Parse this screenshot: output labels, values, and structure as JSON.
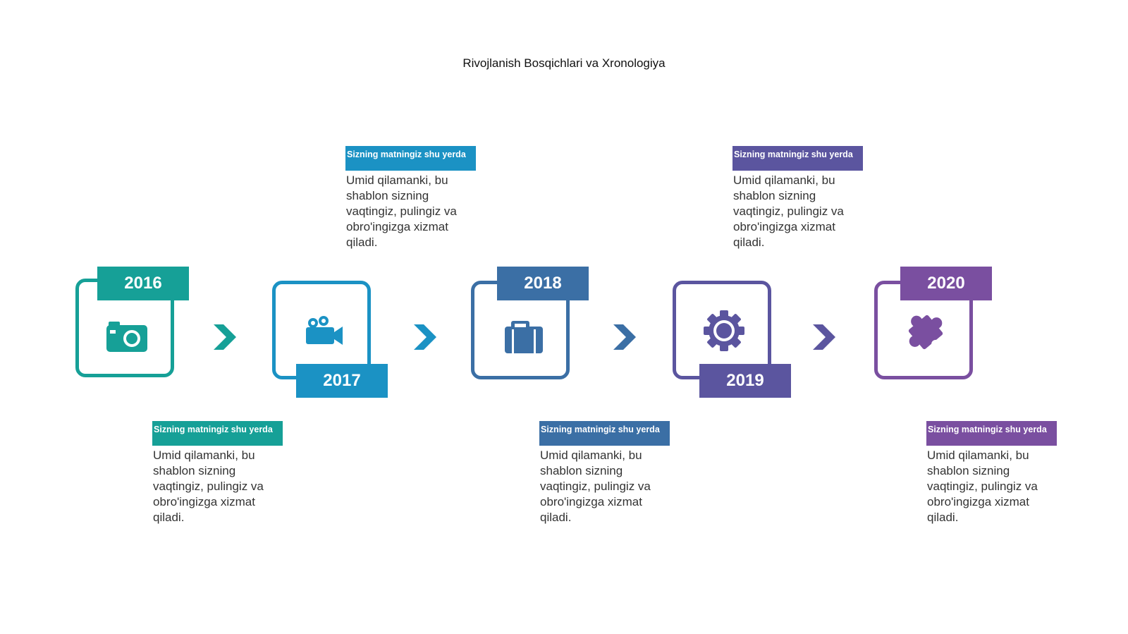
{
  "title": "Rivojlanish Bosqichlari va Xronologiya",
  "colors": {
    "teal": "#16a097",
    "cyan": "#1b92c4",
    "blue": "#3b6fa5",
    "violet": "#5b559f",
    "purple": "#7a4fa0"
  },
  "steps": [
    {
      "year": "2016",
      "icon": "camera-icon",
      "label": "Sizning matningiz shu yerda",
      "text": "Umid qilamanki, bu shablon sizning vaqtingiz, pulingiz va obro'ingizga xizmat qiladi."
    },
    {
      "year": "2017",
      "icon": "video-camera-icon",
      "label": "Sizning matningiz shu yerda",
      "text": "Umid qilamanki, bu shablon sizning vaqtingiz, pulingiz va obro'ingizga xizmat qiladi."
    },
    {
      "year": "2018",
      "icon": "briefcase-icon",
      "label": "Sizning matningiz shu yerda",
      "text": "Umid qilamanki, bu shablon sizning vaqtingiz, pulingiz va obro'ingizga xizmat qiladi."
    },
    {
      "year": "2019",
      "icon": "gear-icon",
      "label": "Sizning matningiz shu yerda",
      "text": "Umid qilamanki, bu shablon sizning vaqtingiz, pulingiz va obro'ingizga xizmat qiladi."
    },
    {
      "year": "2020",
      "icon": "puzzle-icon",
      "label": "Sizning matningiz shu yerda",
      "text": "Umid qilamanki, bu shablon sizning vaqtingiz, pulingiz va obro'ingizga xizmat qiladi."
    }
  ]
}
